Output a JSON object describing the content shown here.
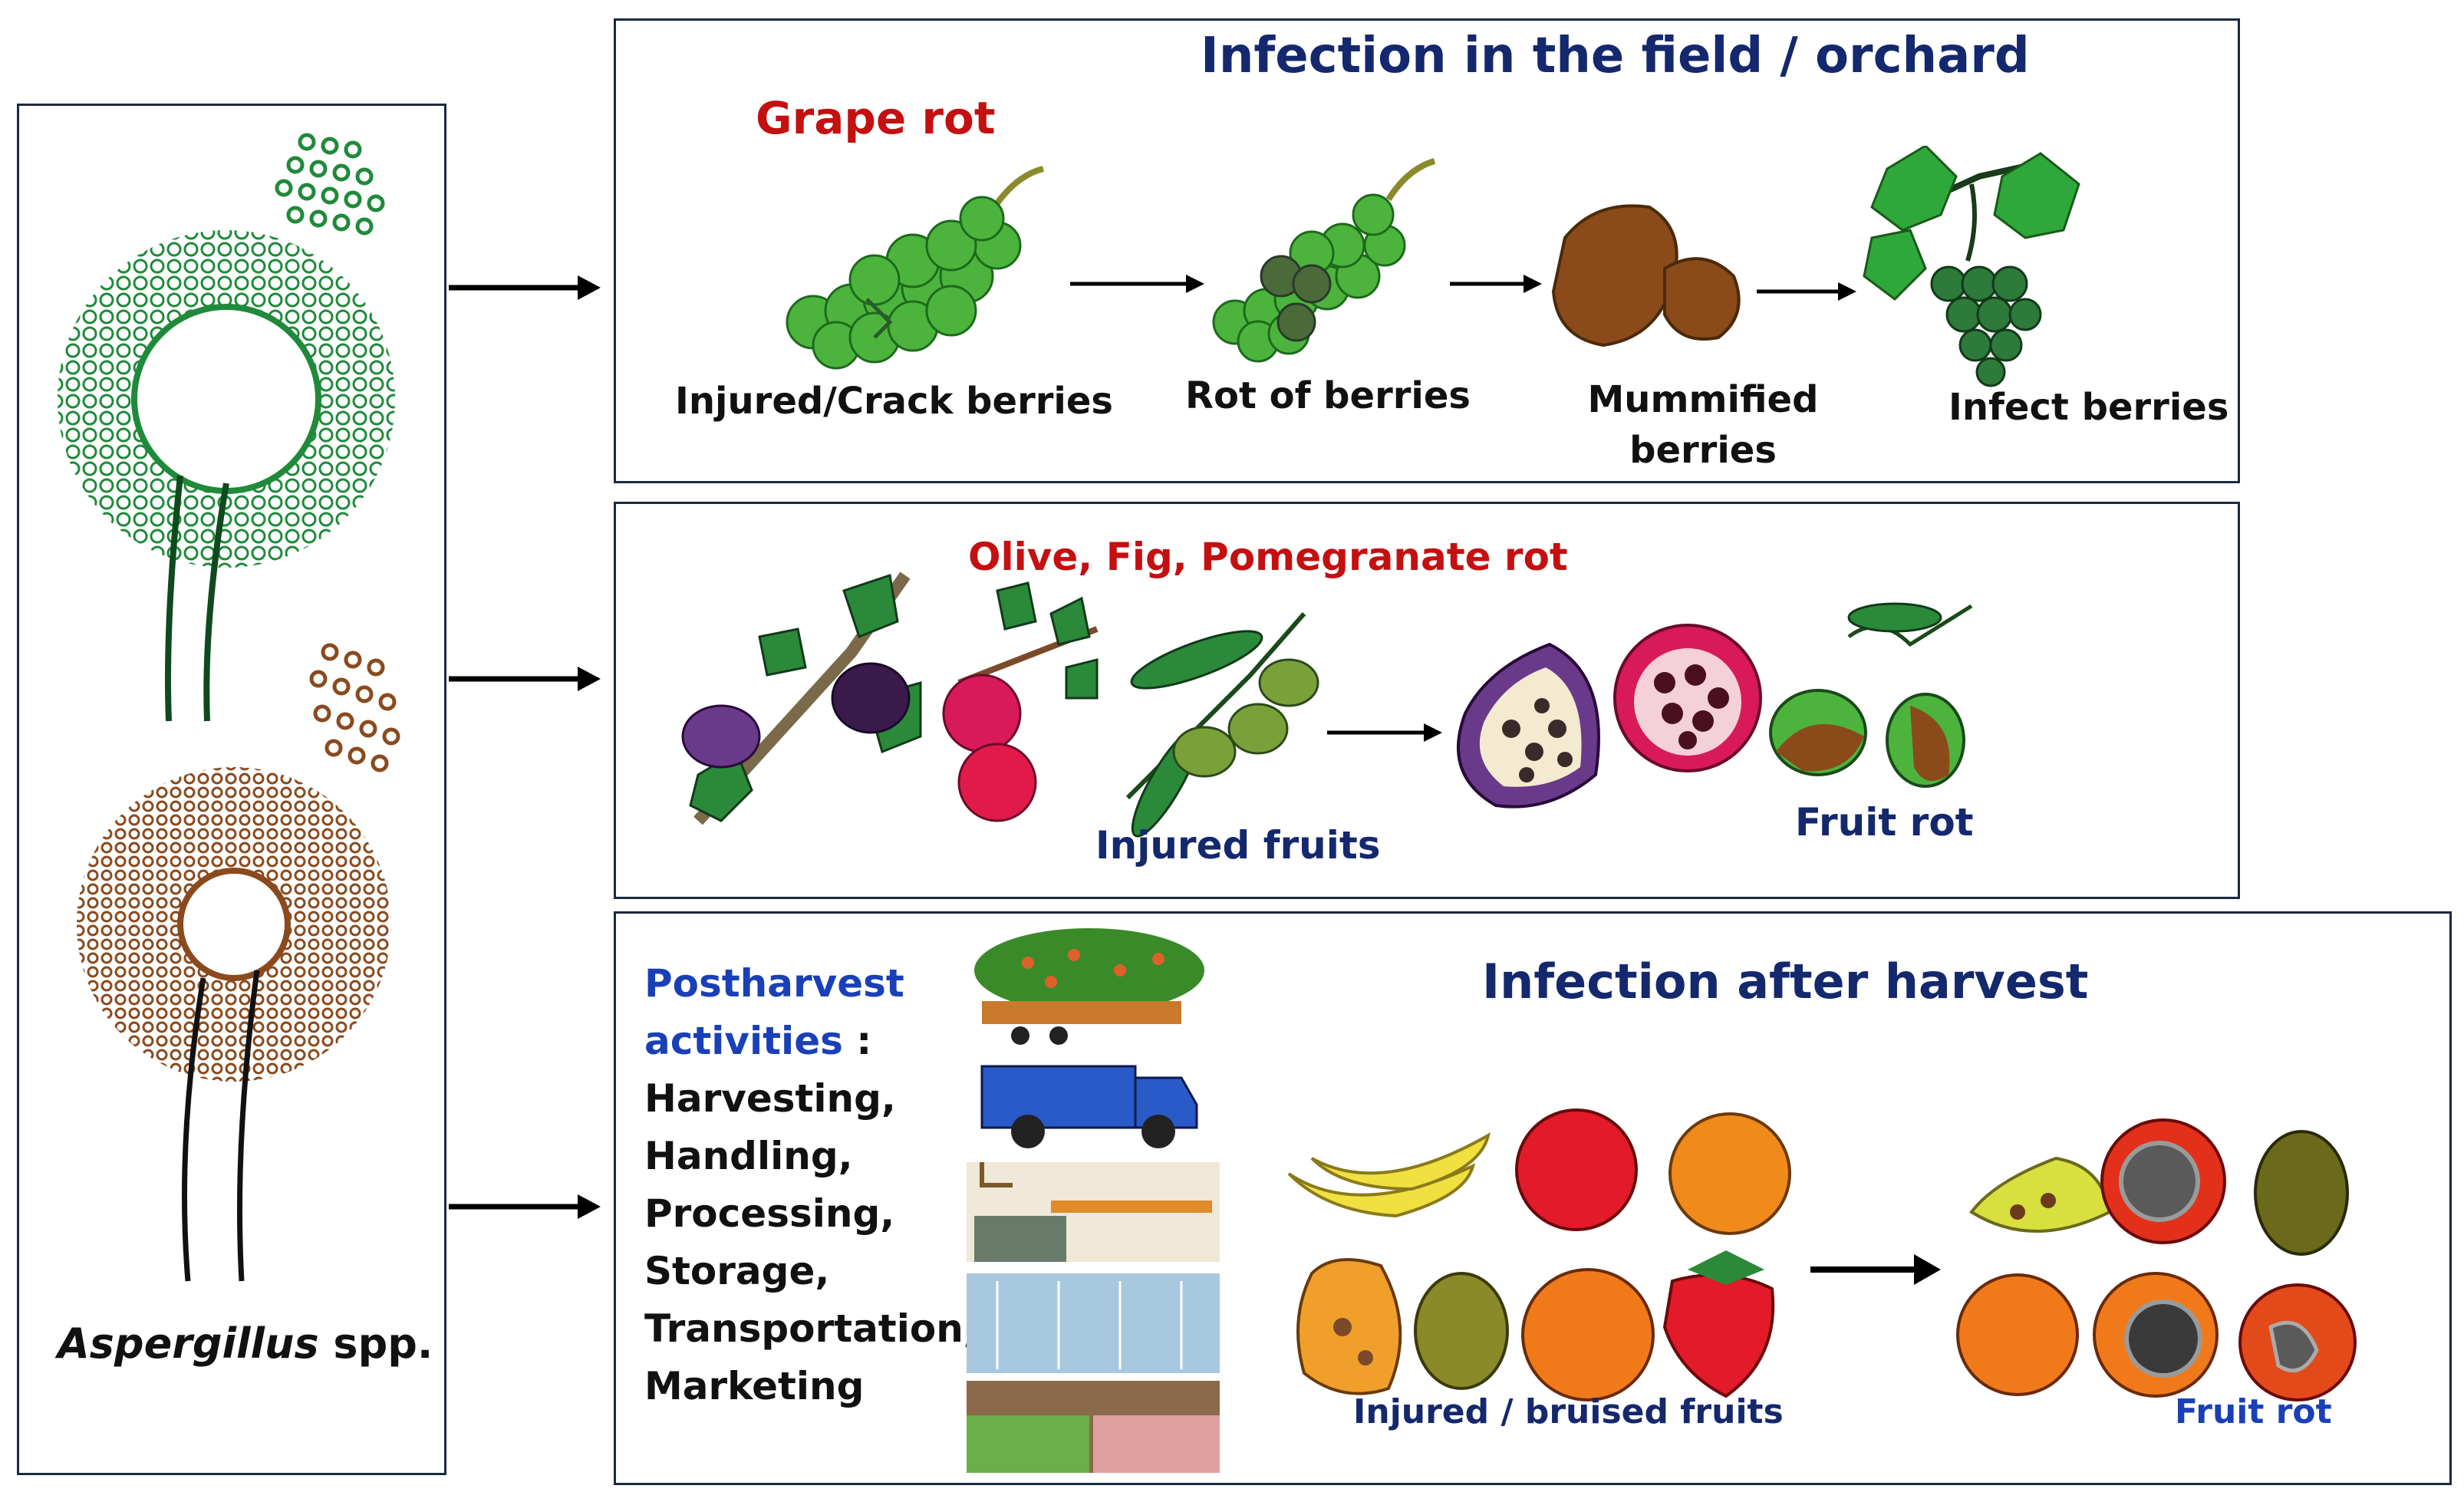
{
  "colors": {
    "navy": "#14286e",
    "red": "#c41010",
    "blue": "#1a40b8",
    "grape_green": "#3aaa3a",
    "fungus_green": "#1f8a3a",
    "fungus_brown": "#8a4a1e"
  },
  "fungus": {
    "genus": "Aspergillus",
    "suffix": " spp."
  },
  "field": {
    "title": "Infection in the field / orchard",
    "subtitle": "Grape rot",
    "stages": [
      "Injured/Crack berries",
      "Rot of berries",
      "Mummified",
      "berries",
      "Infect berries"
    ]
  },
  "olive": {
    "subtitle": "Olive, Fig,  Pomegranate rot",
    "injured_label": "Injured fruits",
    "rot_label": "Fruit rot"
  },
  "post": {
    "title": "Infection after harvest",
    "activities_heading_1": "Postharvest",
    "activities_heading_2": "activities",
    "activities_colon": " :",
    "activities": [
      "Harvesting,",
      "Handling,",
      "Processing,",
      "Storage,",
      "Transportation,",
      "Marketing"
    ],
    "injured_label": "Injured / bruised fruits",
    "rot_label": "Fruit rot"
  }
}
